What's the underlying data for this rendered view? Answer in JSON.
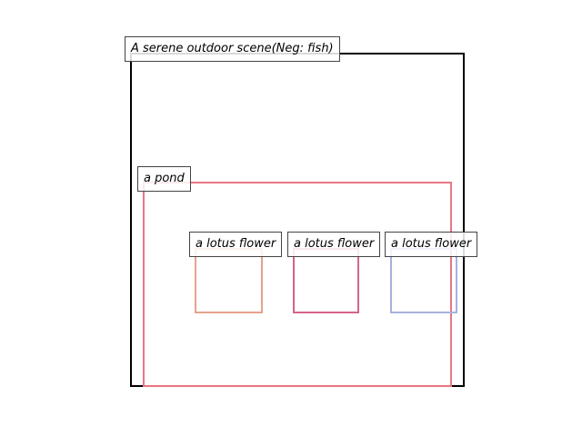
{
  "scene": {
    "caption": "A serene outdoor scene(Neg: fish)",
    "frame_color": "#000000"
  },
  "regions": [
    {
      "id": "pond",
      "label": "a pond",
      "color": "#e87683"
    },
    {
      "id": "lotus-1",
      "label": "a lotus flower",
      "color": "#e4a38b"
    },
    {
      "id": "lotus-2",
      "label": "a lotus flower",
      "color": "#d5648a"
    },
    {
      "id": "lotus-3",
      "label": "a lotus flower",
      "color": "#a7b1dc"
    }
  ]
}
